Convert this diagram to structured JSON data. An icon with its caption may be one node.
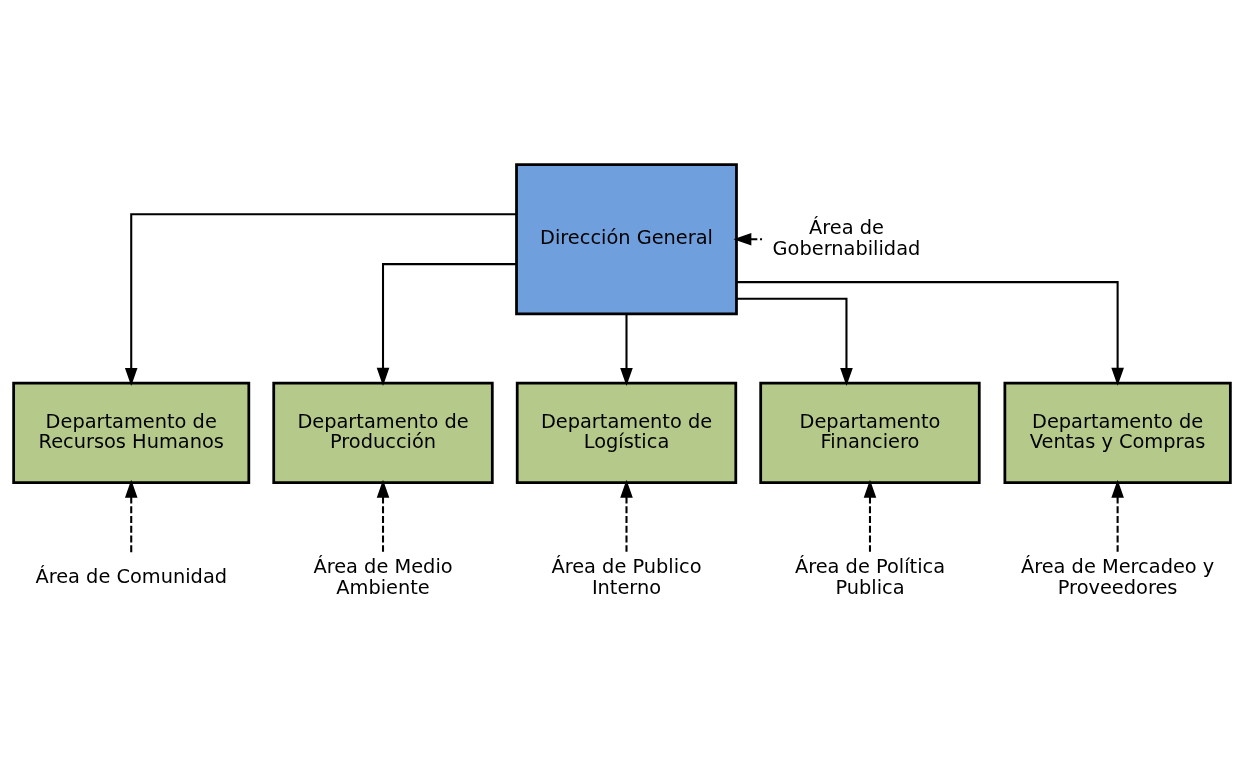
{
  "diagram": {
    "nodes": [
      {
        "text": [
          "Dirección General"
        ]
      },
      {
        "text": [
          "Área de Gobernabilidad"
        ]
      },
      {
        "text": [
          "Departamento de Recursos Humanos"
        ]
      },
      {
        "text": [
          "Departamento de Producción"
        ]
      },
      {
        "text": [
          "Departamento de Logística"
        ]
      },
      {
        "text": [
          "Departamento Financiero"
        ]
      },
      {
        "text": [
          "Departamento de Ventas y Compras"
        ]
      },
      {
        "text": [
          "Área de Comunidad"
        ]
      },
      {
        "text": [
          "Área de Medio Ambiente"
        ]
      },
      {
        "text": [
          "Área de Publico Interno"
        ]
      },
      {
        "text": [
          "Área de Política Publica"
        ]
      },
      {
        "text": [
          "Área de Mercadeo y Proveedores"
        ]
      }
    ],
    "edges": [
      {
        "from": 1,
        "to": 0,
        "arrow": "to",
        "style": "dashed"
      },
      {
        "from": 0,
        "to": 2,
        "arrow": "to"
      },
      {
        "from": 0,
        "to": 3,
        "arrow": "to"
      },
      {
        "from": 0,
        "to": 4,
        "arrow": "to"
      },
      {
        "from": 0,
        "to": 5,
        "arrow": "to"
      },
      {
        "from": 0,
        "to": 6,
        "arrow": "to"
      },
      {
        "from": 7,
        "to": 2,
        "arrow": "to",
        "style": "dashed"
      },
      {
        "from": 8,
        "to": 3,
        "arrow": "to",
        "style": "dashed"
      },
      {
        "from": 9,
        "to": 4,
        "arrow": "to",
        "style": "dashed"
      },
      {
        "from": 10,
        "to": 5,
        "arrow": "to",
        "style": "dashed"
      },
      {
        "from": 11,
        "to": 6,
        "arrow": "to",
        "style": "dashed"
      }
    ]
  }
}
